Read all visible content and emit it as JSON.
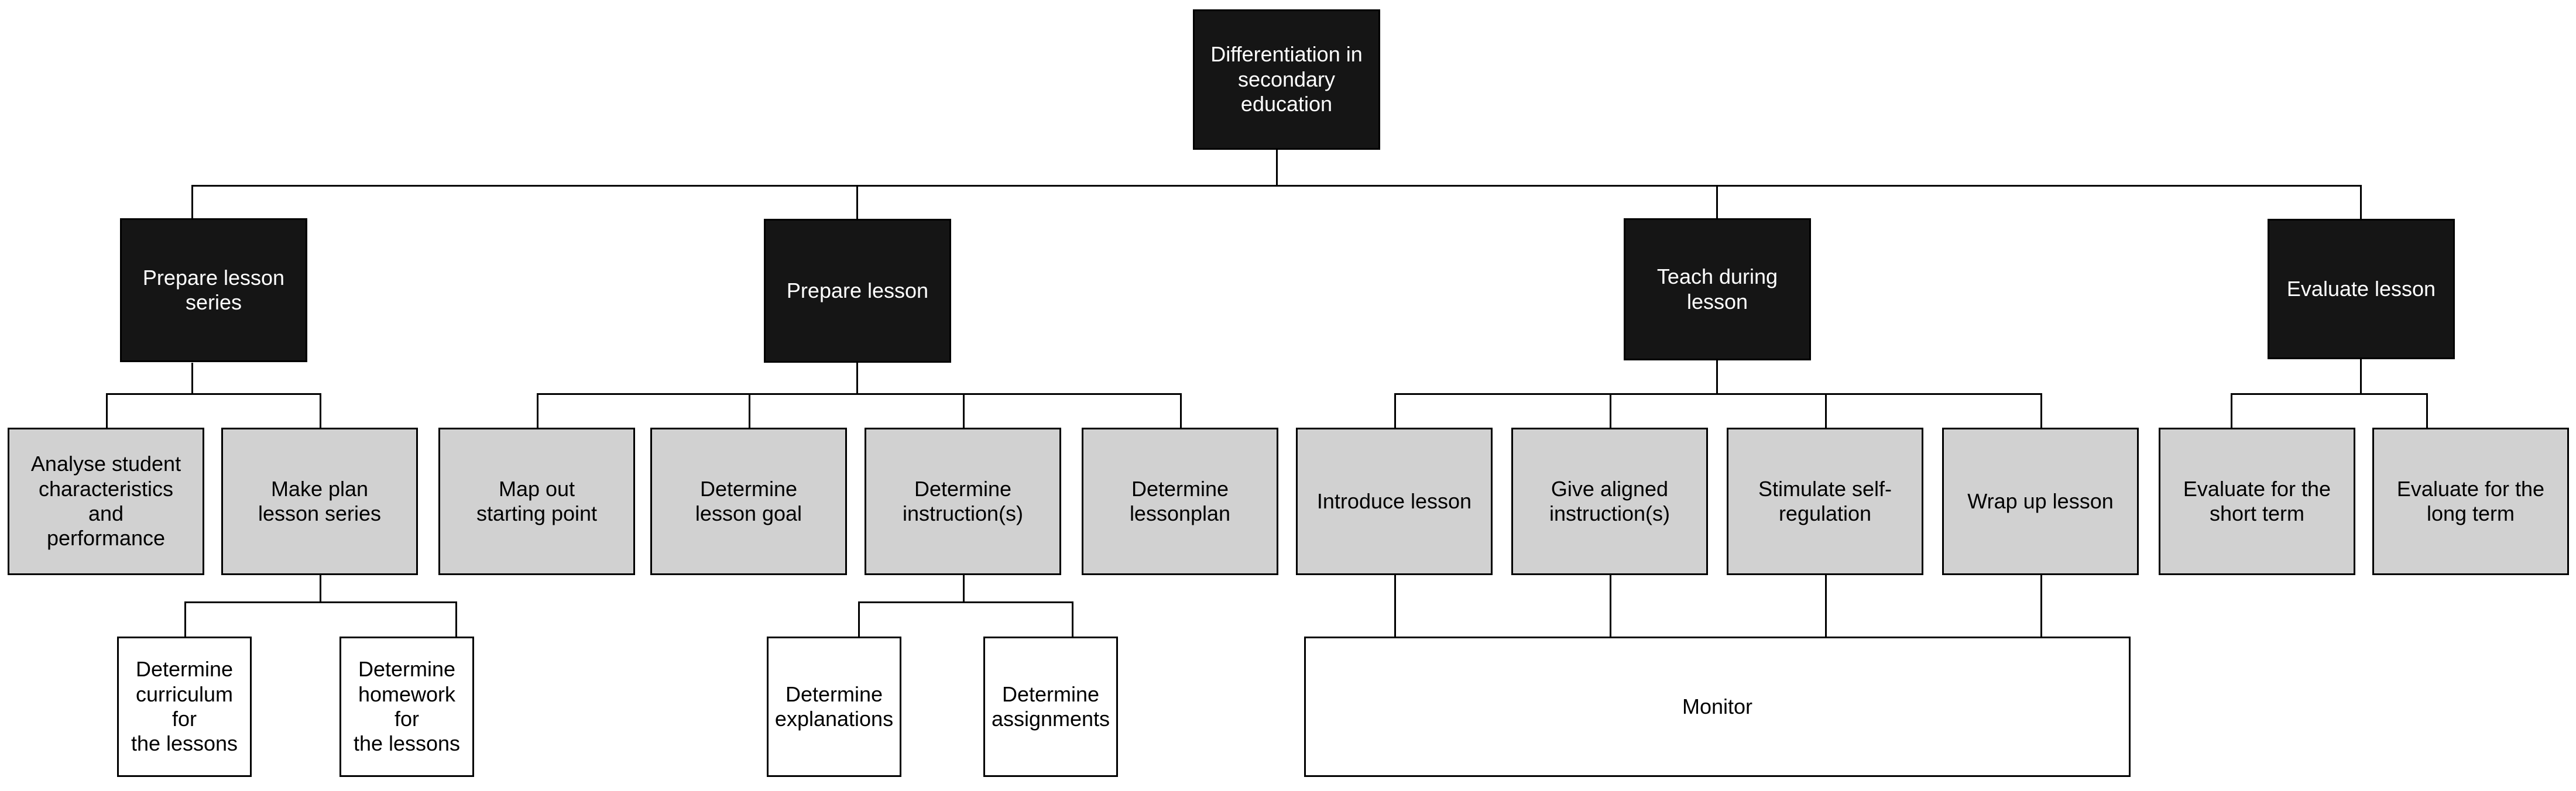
{
  "diagram": {
    "title": "Differentiation in secondary education",
    "type": "hierarchy-tree",
    "background_color": "#ffffff",
    "palette": {
      "level1_fill": "#151515",
      "level1_text": "#ffffff",
      "level2_fill": "#151515",
      "level2_text": "#ffffff",
      "level3_fill": "#d1d1d1",
      "level3_text": "#000000",
      "level4_fill": "#ffffff",
      "level4_text": "#000000",
      "border": "#000000",
      "connector": "#000000"
    }
  },
  "root": {
    "label": "Differentiation in\nsecondary\neducation"
  },
  "branches": [
    {
      "label": "Prepare lesson\nseries",
      "children": [
        {
          "label": "Analyse student\ncharacteristics\nand\nperformance",
          "children": []
        },
        {
          "label": "Make plan\nlesson series",
          "children": [
            {
              "label": "Determine\ncurriculum for\nthe lessons"
            },
            {
              "label": "Determine\nhomework for\nthe lessons"
            }
          ]
        }
      ]
    },
    {
      "label": "Prepare lesson",
      "children": [
        {
          "label": "Map out\nstarting  point",
          "children": []
        },
        {
          "label": "Determine\nlesson goal",
          "children": []
        },
        {
          "label": "Determine\ninstruction(s)",
          "children": [
            {
              "label": "Determine\nexplanations"
            },
            {
              "label": "Determine\nassignments"
            }
          ]
        },
        {
          "label": "Determine\nlessonplan",
          "children": []
        }
      ]
    },
    {
      "label": "Teach during\nlesson",
      "children": [
        {
          "label": "Introduce lesson",
          "children": []
        },
        {
          "label": "Give aligned\ninstruction(s)",
          "children": []
        },
        {
          "label": "Stimulate self-\nregulation",
          "children": []
        },
        {
          "label": "Wrap up lesson",
          "children": []
        }
      ],
      "shared_child": {
        "label": "Monitor"
      }
    },
    {
      "label": "Evaluate lesson",
      "children": [
        {
          "label": "Evaluate for the\nshort term",
          "children": []
        },
        {
          "label": "Evaluate for the\nlong term",
          "children": []
        }
      ]
    }
  ]
}
